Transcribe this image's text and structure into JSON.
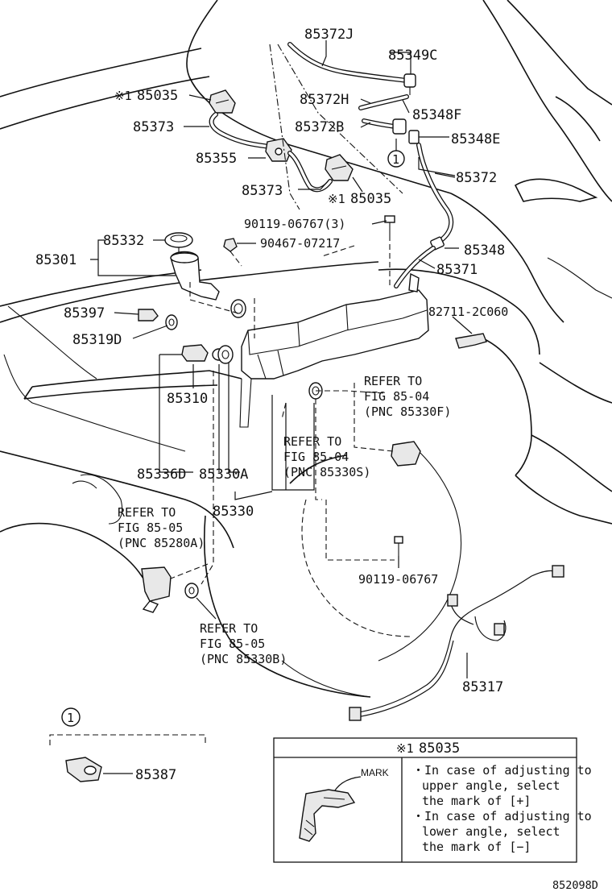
{
  "labels": {
    "p85372J": "85372J",
    "p85349C": "85349C",
    "p85035_top": "85035",
    "p85372H": "85372H",
    "p85348F": "85348F",
    "p85373_top": "85373",
    "p85372B": "85372B",
    "p85348E": "85348E",
    "p85355": "85355",
    "p85372": "85372",
    "p85373_mid": "85373",
    "p85035_mid": "85035",
    "p90119_06767_3": "90119-06767(3)",
    "p85332": "85332",
    "p90467_07217": "90467-07217",
    "p85348": "85348",
    "p85301": "85301",
    "p85371": "85371",
    "p85397": "85397",
    "p82711_2C060": "82711-2C060",
    "p85319D": "85319D",
    "p85310": "85310",
    "p85336D": "85336D",
    "p85330A": "85330A",
    "p85330": "85330",
    "p90119_06767": "90119-06767",
    "p85317": "85317",
    "p85387": "85387",
    "diagram_id": "852098D",
    "circle_ref": "1",
    "circle_ref_inset": "1",
    "note_mark": "※1"
  },
  "refs": {
    "ref_85330F": [
      "REFER TO",
      "FIG 85-04",
      "(PNC 85330F)"
    ],
    "ref_85330S": [
      "REFER TO",
      "FIG 85-04",
      "(PNC 85330S)"
    ],
    "ref_85280A": [
      "REFER TO",
      "FIG 85-05",
      "(PNC 85280A)"
    ],
    "ref_85330B": [
      "REFER TO",
      "FIG 85-05",
      "(PNC 85330B)"
    ]
  },
  "note_box": {
    "title": "85035",
    "mark_label": "MARK",
    "lines": [
      "・In case of adjusting to",
      "upper angle, select",
      "the mark of [+]",
      "・In case of adjusting to",
      "lower angle, select",
      "the mark of [−]"
    ]
  }
}
